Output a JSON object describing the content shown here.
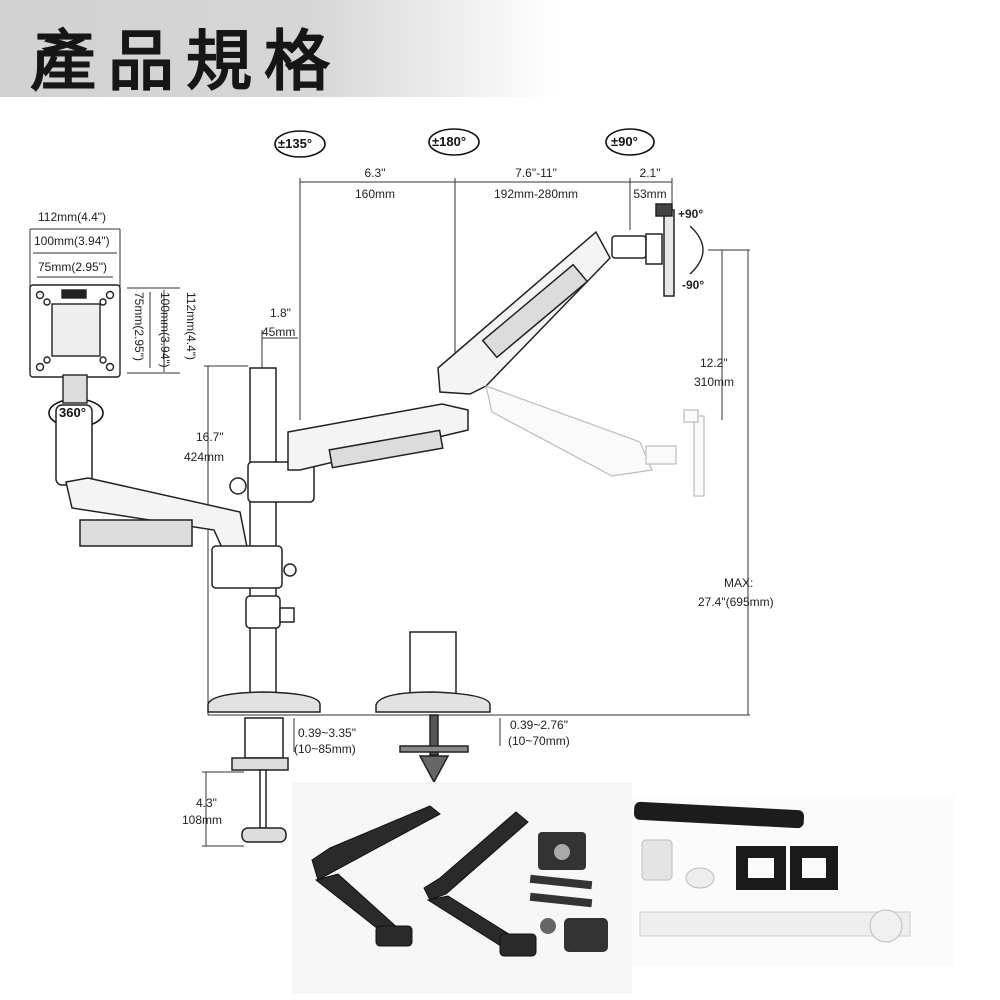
{
  "header": {
    "title": "產品規格"
  },
  "rotation_badges": {
    "tilt_135": "±135°",
    "swivel_180": "±180°",
    "tilt_90": "±90°",
    "rotate_360": "360°"
  },
  "vesa": {
    "width_112": "112mm(4.4\")",
    "width_100": "100mm(3.94\")",
    "width_75": "75mm(2.95\")",
    "height_75": "75mm(2.95\")",
    "height_100": "100mm(3.94\")",
    "height_112": "112mm(4.4\")"
  },
  "arm_dimensions": {
    "seg1_in": "6.3\"",
    "seg1_mm": "160mm",
    "seg2_in": "7.6\"-11\"",
    "seg2_mm": "192mm-280mm",
    "seg3_in": "2.1\"",
    "seg3_mm": "53mm",
    "pole_in": "1.8\"",
    "pole_mm": "45mm",
    "rot_plus": "+90°",
    "rot_minus": "-90°",
    "lift_in": "12.2\"",
    "lift_mm": "310mm",
    "height_in": "16.7\"",
    "height_mm": "424mm",
    "max_label": "MAX:",
    "max_value": "27.4\"(695mm)"
  },
  "clamp_dimensions": {
    "clamp_in": "0.39~3.35\"",
    "clamp_mm": "(10~85mm)",
    "grommet_in": "0.39~2.76\"",
    "grommet_mm": "(10~70mm)",
    "depth_in": "4.3\"",
    "depth_mm": "108mm"
  }
}
